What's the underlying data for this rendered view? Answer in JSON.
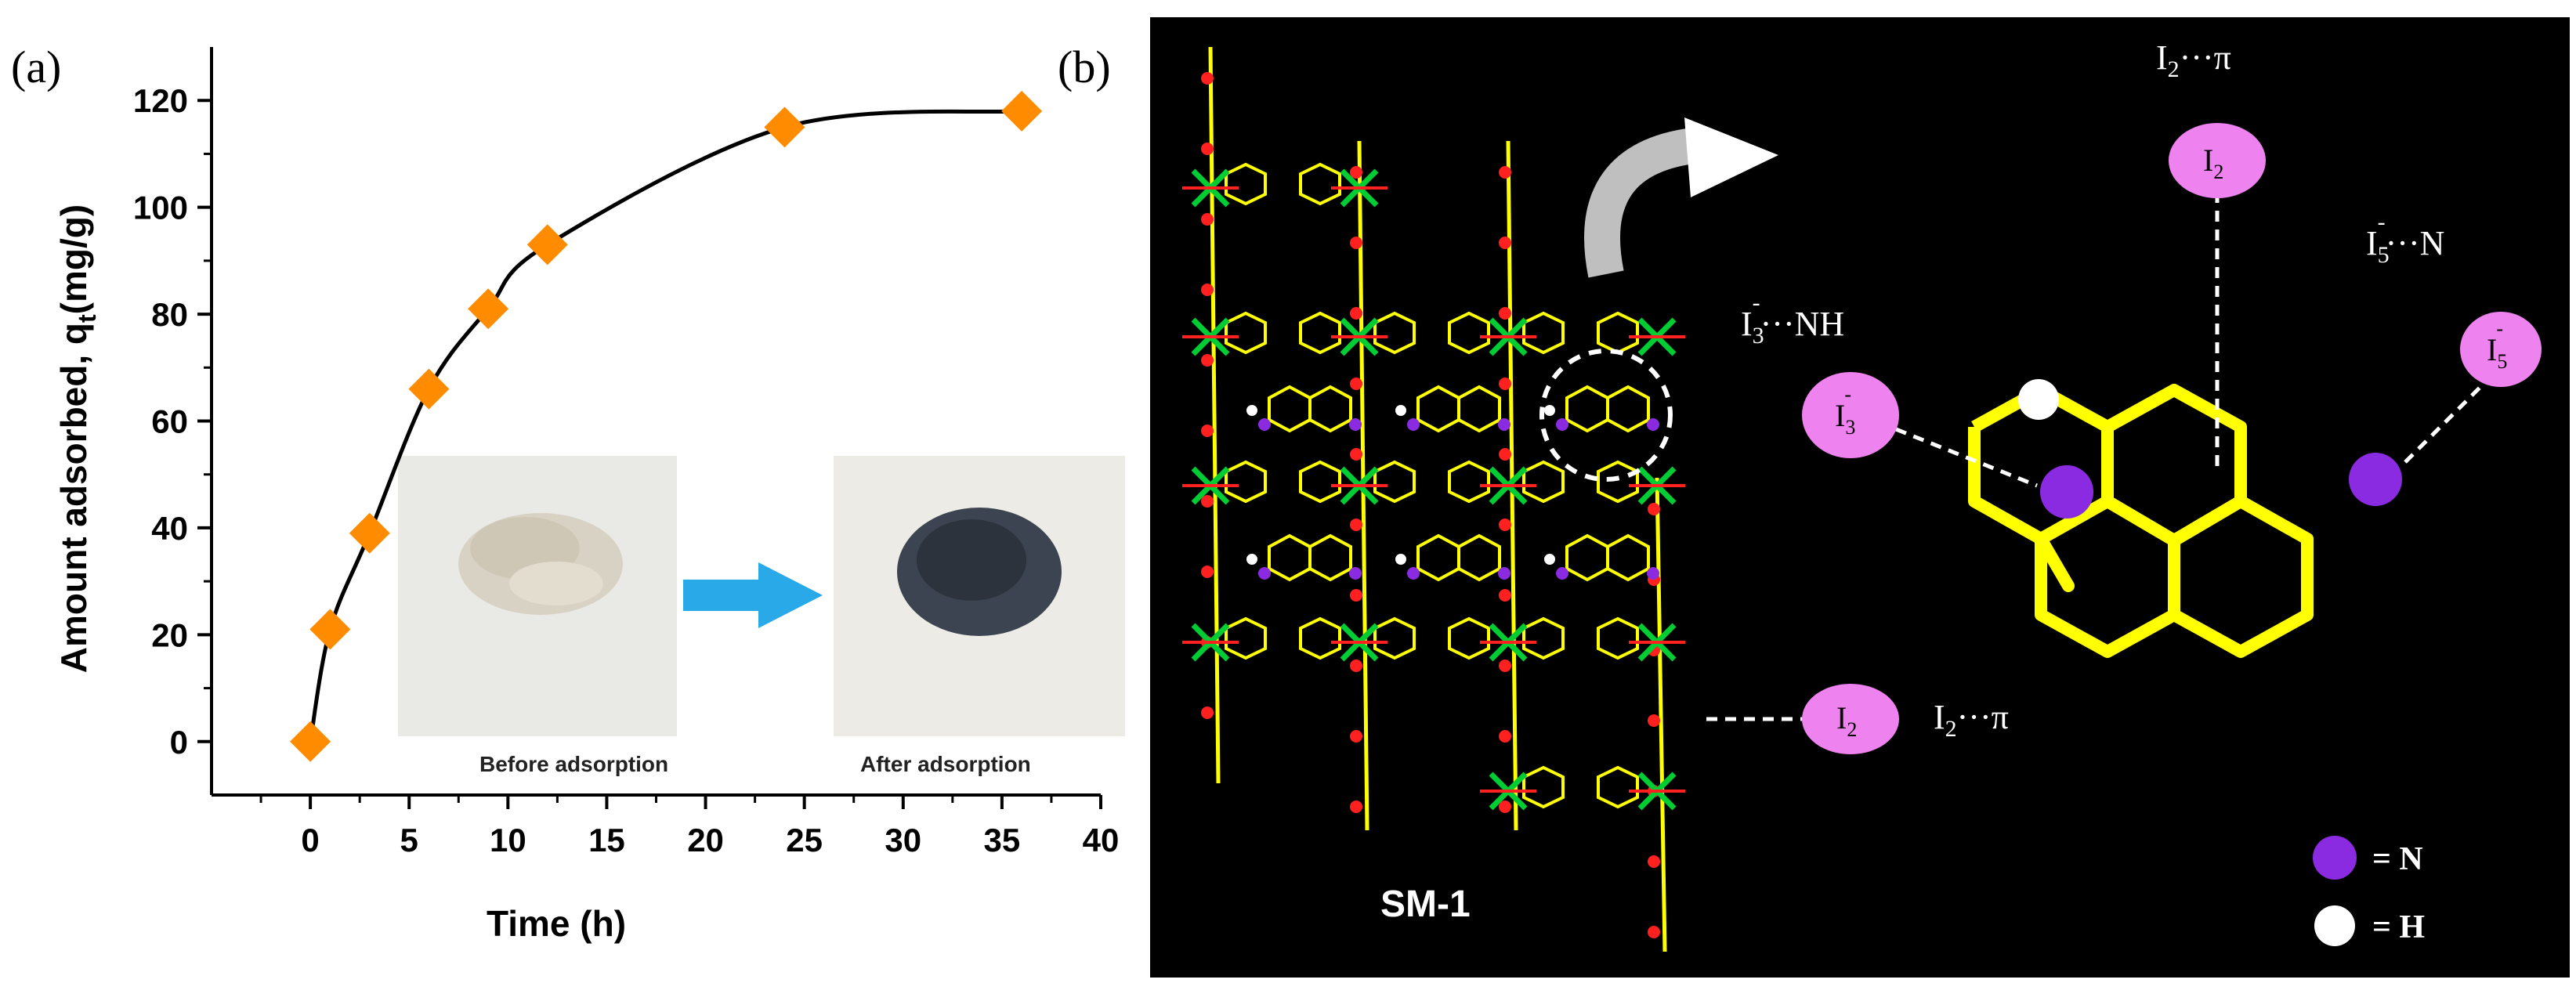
{
  "panels": {
    "a_label": "(a)",
    "b_label": "(b)"
  },
  "chart_data": {
    "type": "line",
    "xlabel": "Time (h)",
    "ylabel": "Amount adsorbed, q",
    "ylabel_sub": "t",
    "ylabel_unit": "(mg/g)",
    "xlim": [
      -5,
      40
    ],
    "ylim": [
      -10,
      130
    ],
    "x_ticks": [
      0,
      5,
      10,
      15,
      20,
      25,
      30,
      35,
      40
    ],
    "y_ticks": [
      0,
      20,
      40,
      60,
      80,
      100,
      120
    ],
    "grid": false,
    "series": [
      {
        "x": [
          0,
          1,
          3,
          6,
          9,
          12,
          24,
          36
        ],
        "y": [
          0,
          21,
          39,
          66,
          81,
          93,
          115,
          118
        ],
        "marker": "diamond",
        "marker_color": "#FF8C00",
        "line_color": "#000000"
      }
    ],
    "insets": {
      "before_caption": "Before adsorption",
      "after_caption": "After adsorption",
      "arrow_color": "#29A9E8"
    }
  },
  "structure": {
    "framework_label": "SM-1",
    "interactions": {
      "i2_pi_top": {
        "main": "I",
        "sub": "2",
        "rest": "···π"
      },
      "i5_n": {
        "main": "I",
        "sub": "5",
        "sup": "-",
        "rest": "···N"
      },
      "i3_nh": {
        "main": "I",
        "sub": "3",
        "sup": "-",
        "rest": "···NH"
      },
      "i2_pi_bottom": {
        "main": "I",
        "sub": "2",
        "rest": "···π"
      }
    },
    "bubbles": {
      "i2_top": {
        "main": "I",
        "sub": "2"
      },
      "i3": {
        "main": "I",
        "sub": "3",
        "sup": "-"
      },
      "i5": {
        "main": "I",
        "sub": "5",
        "sup": "-"
      },
      "i2_bottom": {
        "main": "I",
        "sub": "2"
      }
    },
    "legend": [
      {
        "symbol": "N atom",
        "label": "= N",
        "color": "#8A2BE2"
      },
      {
        "symbol": "H atom",
        "label": "= H",
        "color": "#FFFFFF"
      }
    ],
    "colors": {
      "background": "#000000",
      "bond": "#FFFF00",
      "bubble": "#EE82EE",
      "node": "#00CC33",
      "link": "#FF2020"
    }
  }
}
